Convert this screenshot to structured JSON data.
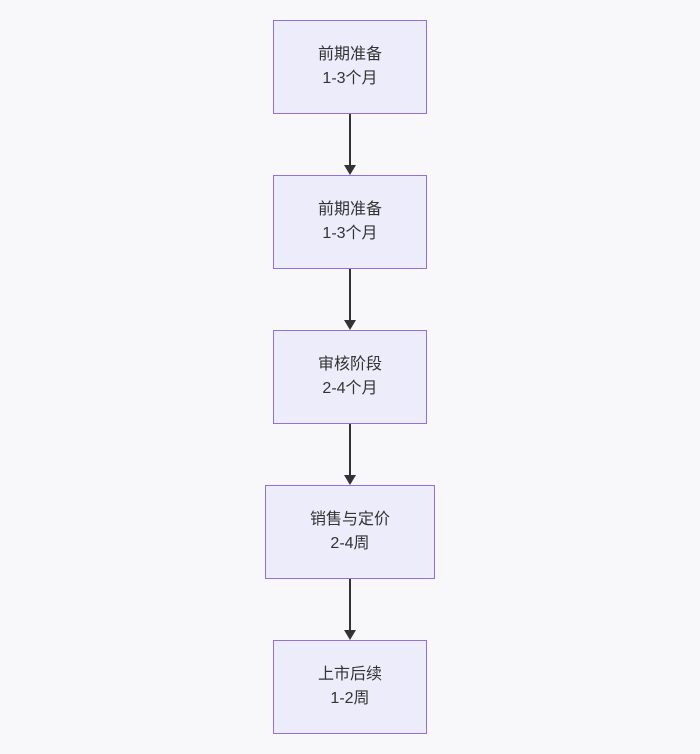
{
  "colors": {
    "background": "#f8f8fa",
    "node_fill": "#ececfb",
    "node_border": "#9370db",
    "node_text": "#333333",
    "arrow": "#333333"
  },
  "flowchart": {
    "direction": "top-down",
    "nodes": [
      {
        "label": "前期准备",
        "duration": "1-3个月"
      },
      {
        "label": "前期准备",
        "duration": "1-3个月"
      },
      {
        "label": "审核阶段",
        "duration": "2-4个月"
      },
      {
        "label": "销售与定价",
        "duration": "2-4周"
      },
      {
        "label": "上市后续",
        "duration": "1-2周"
      }
    ]
  }
}
